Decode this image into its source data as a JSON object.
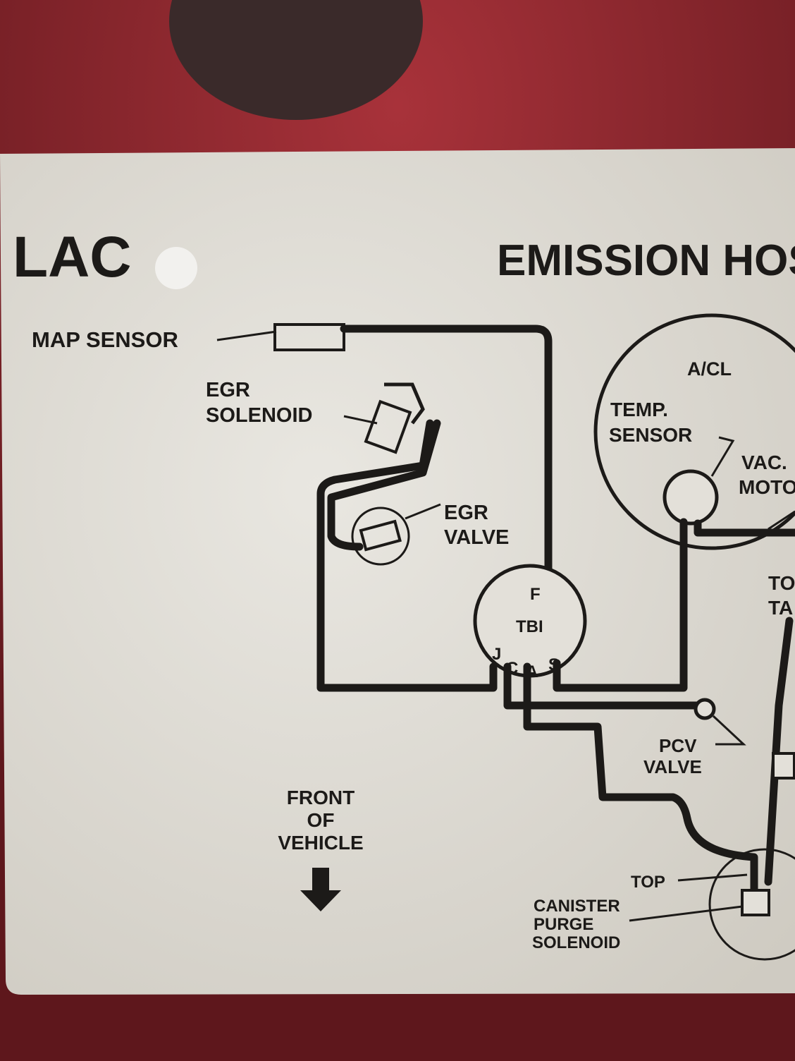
{
  "label": {
    "brand_fragment": "LAC",
    "title_fragment": "EMISSION HOS",
    "components": {
      "map_sensor": "MAP SENSOR",
      "egr_solenoid": [
        "EGR",
        "SOLENOID"
      ],
      "egr_valve": [
        "EGR",
        "VALVE"
      ],
      "air_cleaner": "A/CL",
      "temp_sensor": [
        "TEMP.",
        "SENSOR"
      ],
      "vac_motor": [
        "VAC.",
        "MOTO"
      ],
      "to_tank": [
        "TO",
        "TA"
      ],
      "pcv_valve": [
        "PCV",
        "VALVE"
      ],
      "top": "TOP",
      "canister_purge_solenoid": [
        "CANISTER",
        "PURGE",
        "SOLENOID"
      ]
    },
    "tbi": {
      "name": "TBI",
      "ports": [
        "F",
        "J",
        "C",
        "A",
        "S"
      ]
    },
    "orientation": [
      "FRONT",
      "OF",
      "VEHICLE"
    ]
  },
  "colors": {
    "paint": "#6e1d22",
    "label_bg": "#e4e1da",
    "ink": "#1c1a18"
  }
}
